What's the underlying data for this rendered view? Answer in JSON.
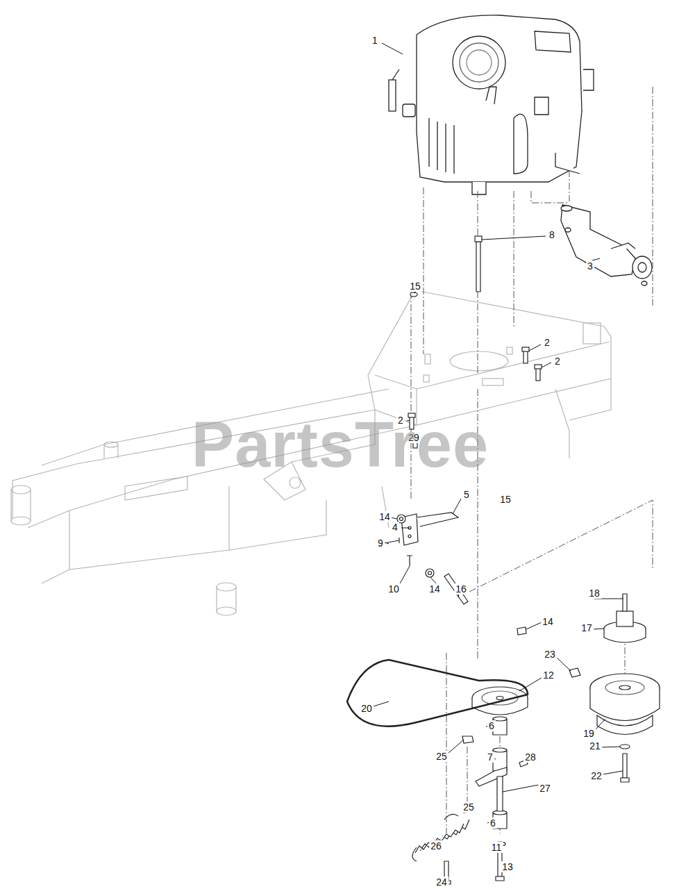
{
  "diagram": {
    "labels": [
      "1",
      "8",
      "3",
      "15",
      "2",
      "2",
      "2",
      "29",
      "5",
      "15",
      "14",
      "4",
      "9",
      "10",
      "14",
      "16",
      "18",
      "17",
      "14",
      "23",
      "12",
      "20",
      "6",
      "19",
      "7",
      "28",
      "21",
      "25",
      "27",
      "22",
      "25",
      "26",
      "6",
      "11",
      "13",
      "24",
      "PartsTree"
    ]
  }
}
